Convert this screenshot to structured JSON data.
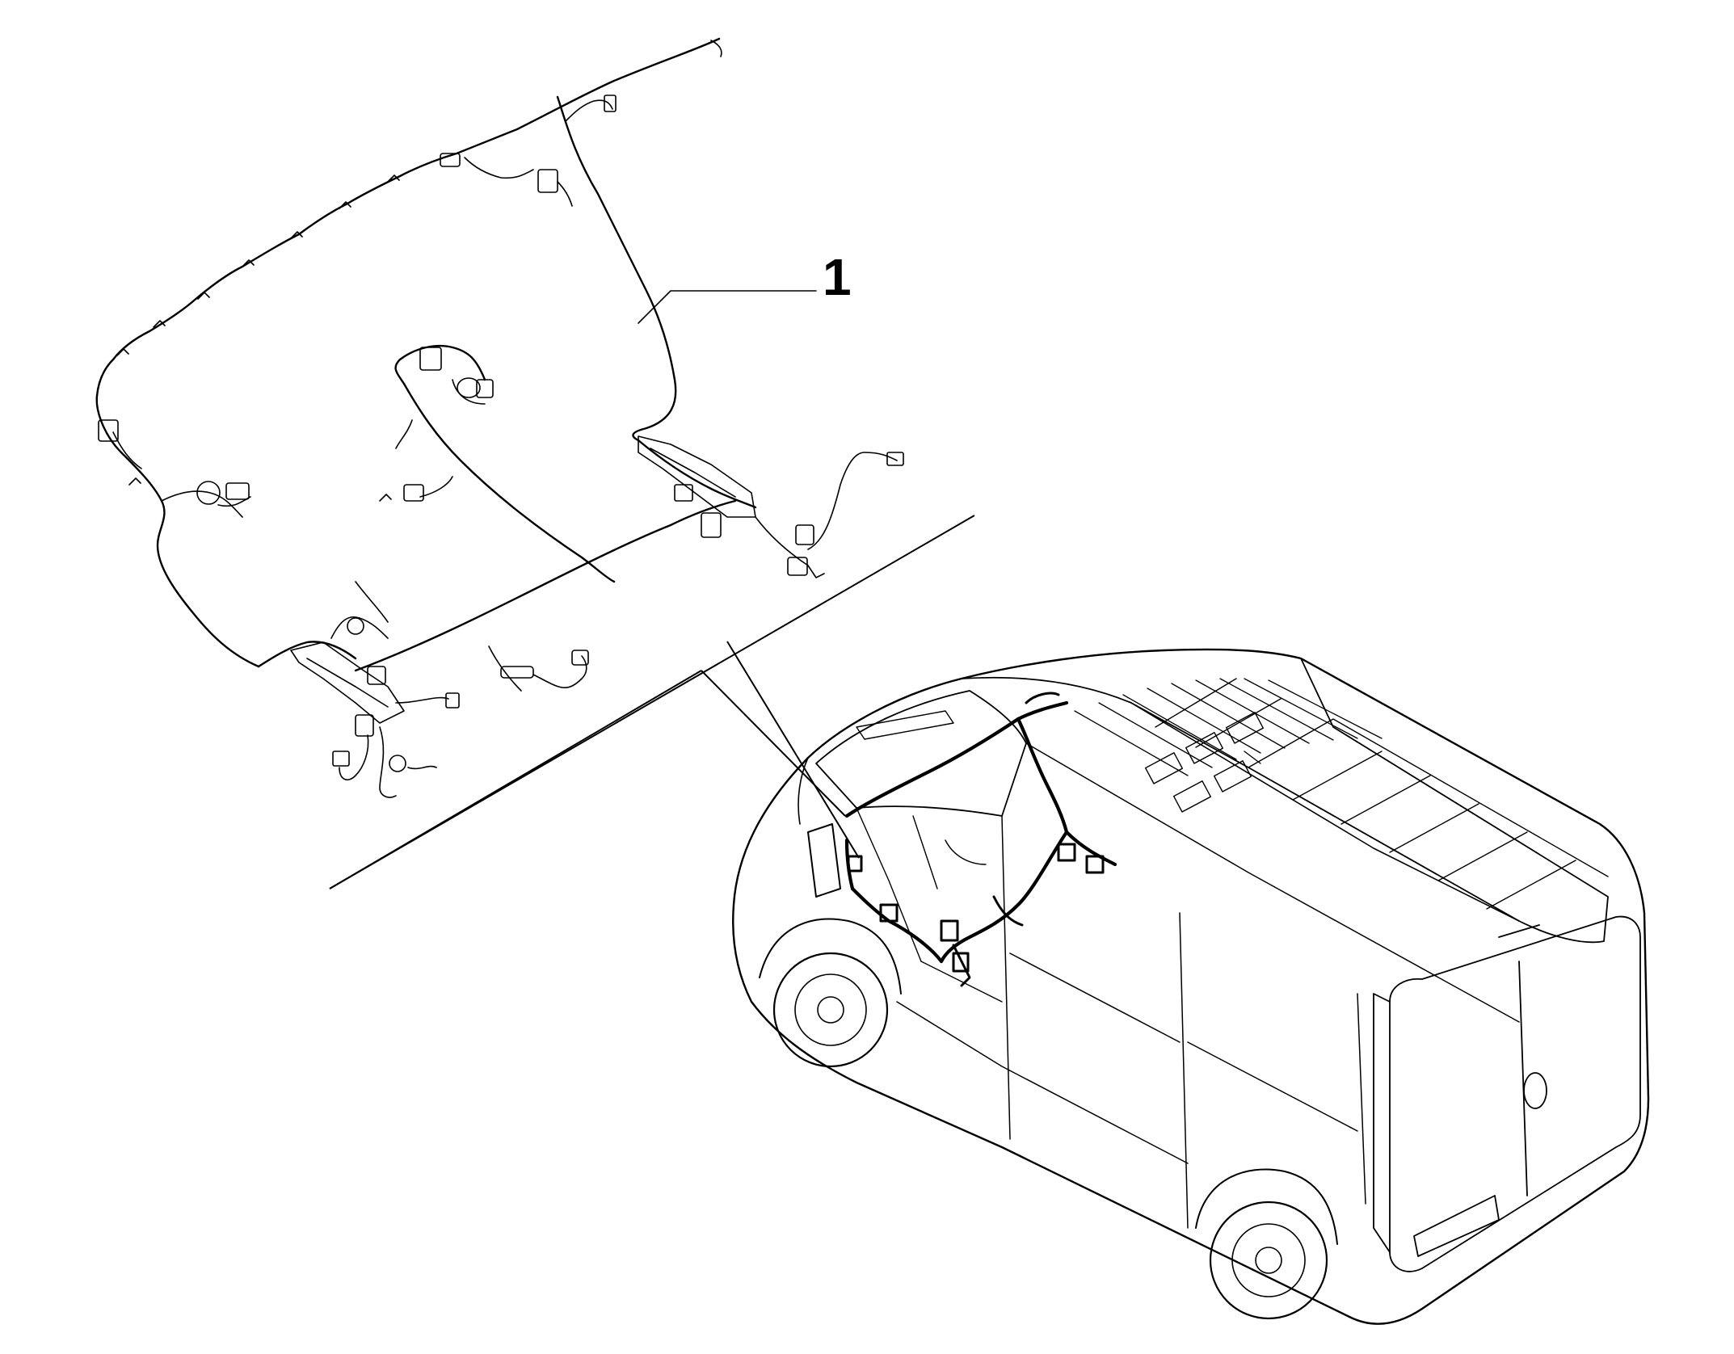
{
  "callouts": [
    {
      "label": "1"
    }
  ],
  "colors": {
    "line": "#000000",
    "background": "#ffffff"
  },
  "icons": [
    "wiring-harness-exploded",
    "van-outline"
  ]
}
